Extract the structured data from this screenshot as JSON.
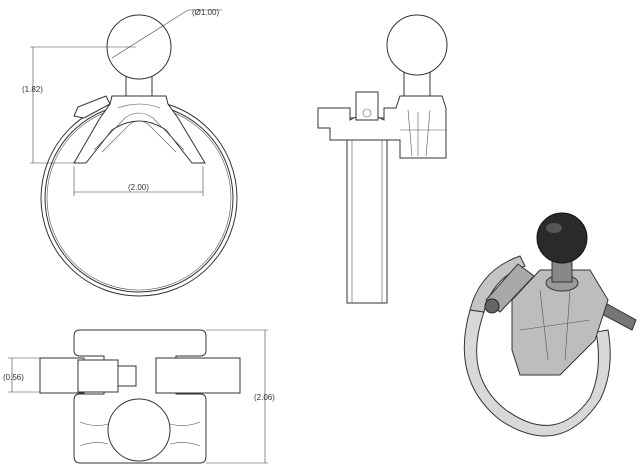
{
  "dimensions": {
    "ball_diameter": "(Ø1.00)",
    "height": "(1.82)",
    "width": "(2.00)",
    "band_width": "(0.56)",
    "depth": "(2.06)"
  },
  "views": [
    "front-view",
    "side-view",
    "bottom-view",
    "isometric-view"
  ]
}
